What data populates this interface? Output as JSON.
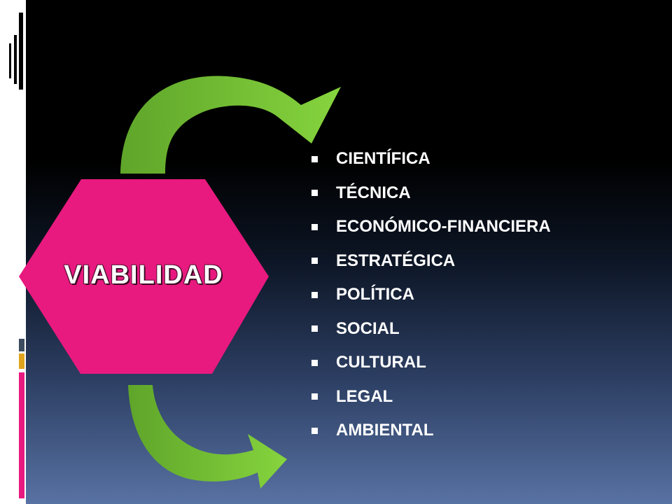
{
  "diagram": {
    "center_label": "VIABILIDAD",
    "items": [
      "CIENTÍFICA",
      "TÉCNICA",
      "ECONÓMICO-FINANCIERA",
      "ESTRATÉGICA",
      "POLÍTICA",
      "SOCIAL",
      "CULTURAL",
      "LEGAL",
      "AMBIENTAL"
    ]
  },
  "colors": {
    "hexagon": "#e8197f",
    "arrows": "#7bc93a",
    "text": "#ffffff"
  }
}
